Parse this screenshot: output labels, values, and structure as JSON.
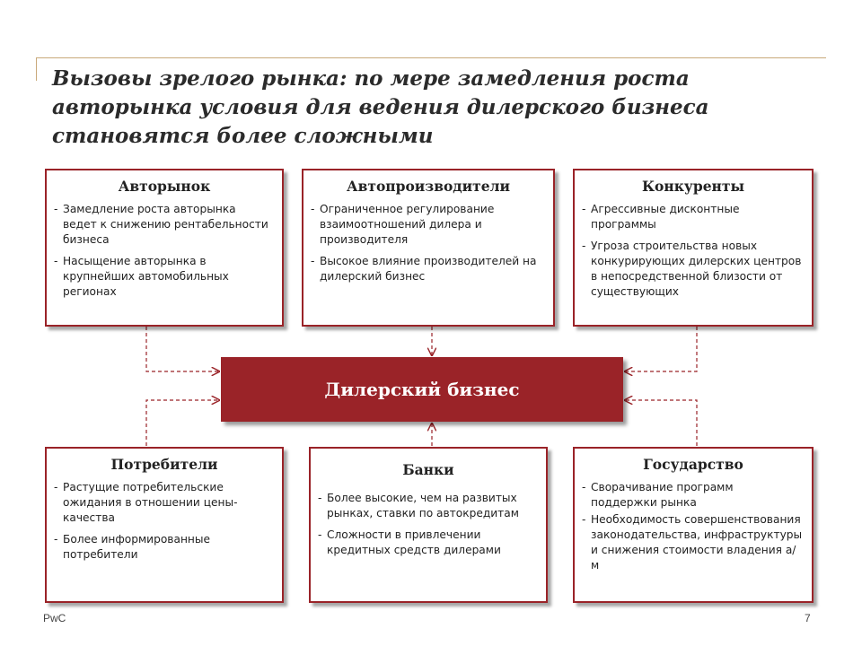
{
  "slide": {
    "title": "Вызовы зрелого рынка: по мере замедления роста авторынка условия для ведения дилерского бизнеса становятся более сложными",
    "center_label": "Дилерский бизнес",
    "footer_left": "PwC",
    "page_number": "7"
  },
  "colors": {
    "accent": "#9a2328",
    "rule": "#c9a97a"
  },
  "boxes": {
    "top": [
      {
        "title": "Авторынок",
        "items": [
          "Замедление роста авторынка ведет к снижению рентабельности бизнеса",
          "Насыщение авторынка в крупнейших автомобильных регионах"
        ]
      },
      {
        "title": "Автопроизводители",
        "items": [
          "Ограниченное регулирование взаимоотношений дилера и производителя",
          "Высокое влияние производителей на дилерский бизнес"
        ]
      },
      {
        "title": "Конкуренты",
        "items": [
          "Агрессивные дисконтные программы",
          "Угроза строительства новых конкурирующих дилерских центров в непосредственной близости от существующих"
        ]
      }
    ],
    "bottom": [
      {
        "title": "Потребители",
        "items": [
          "Растущие потребительские ожидания в отношении цены-качества",
          "Более информированные потребители"
        ]
      },
      {
        "title": "Банки",
        "items": [
          "Более высокие, чем на развитых рынках, ставки по автокредитам",
          "Сложности в привлечении кредитных средств дилерами"
        ]
      },
      {
        "title": "Государство",
        "items": [
          "Сворачивание программ поддержки рынка",
          "Необходимость совершенствования законодательства, инфраструктуры и снижения стоимости владения а/м"
        ]
      }
    ]
  }
}
